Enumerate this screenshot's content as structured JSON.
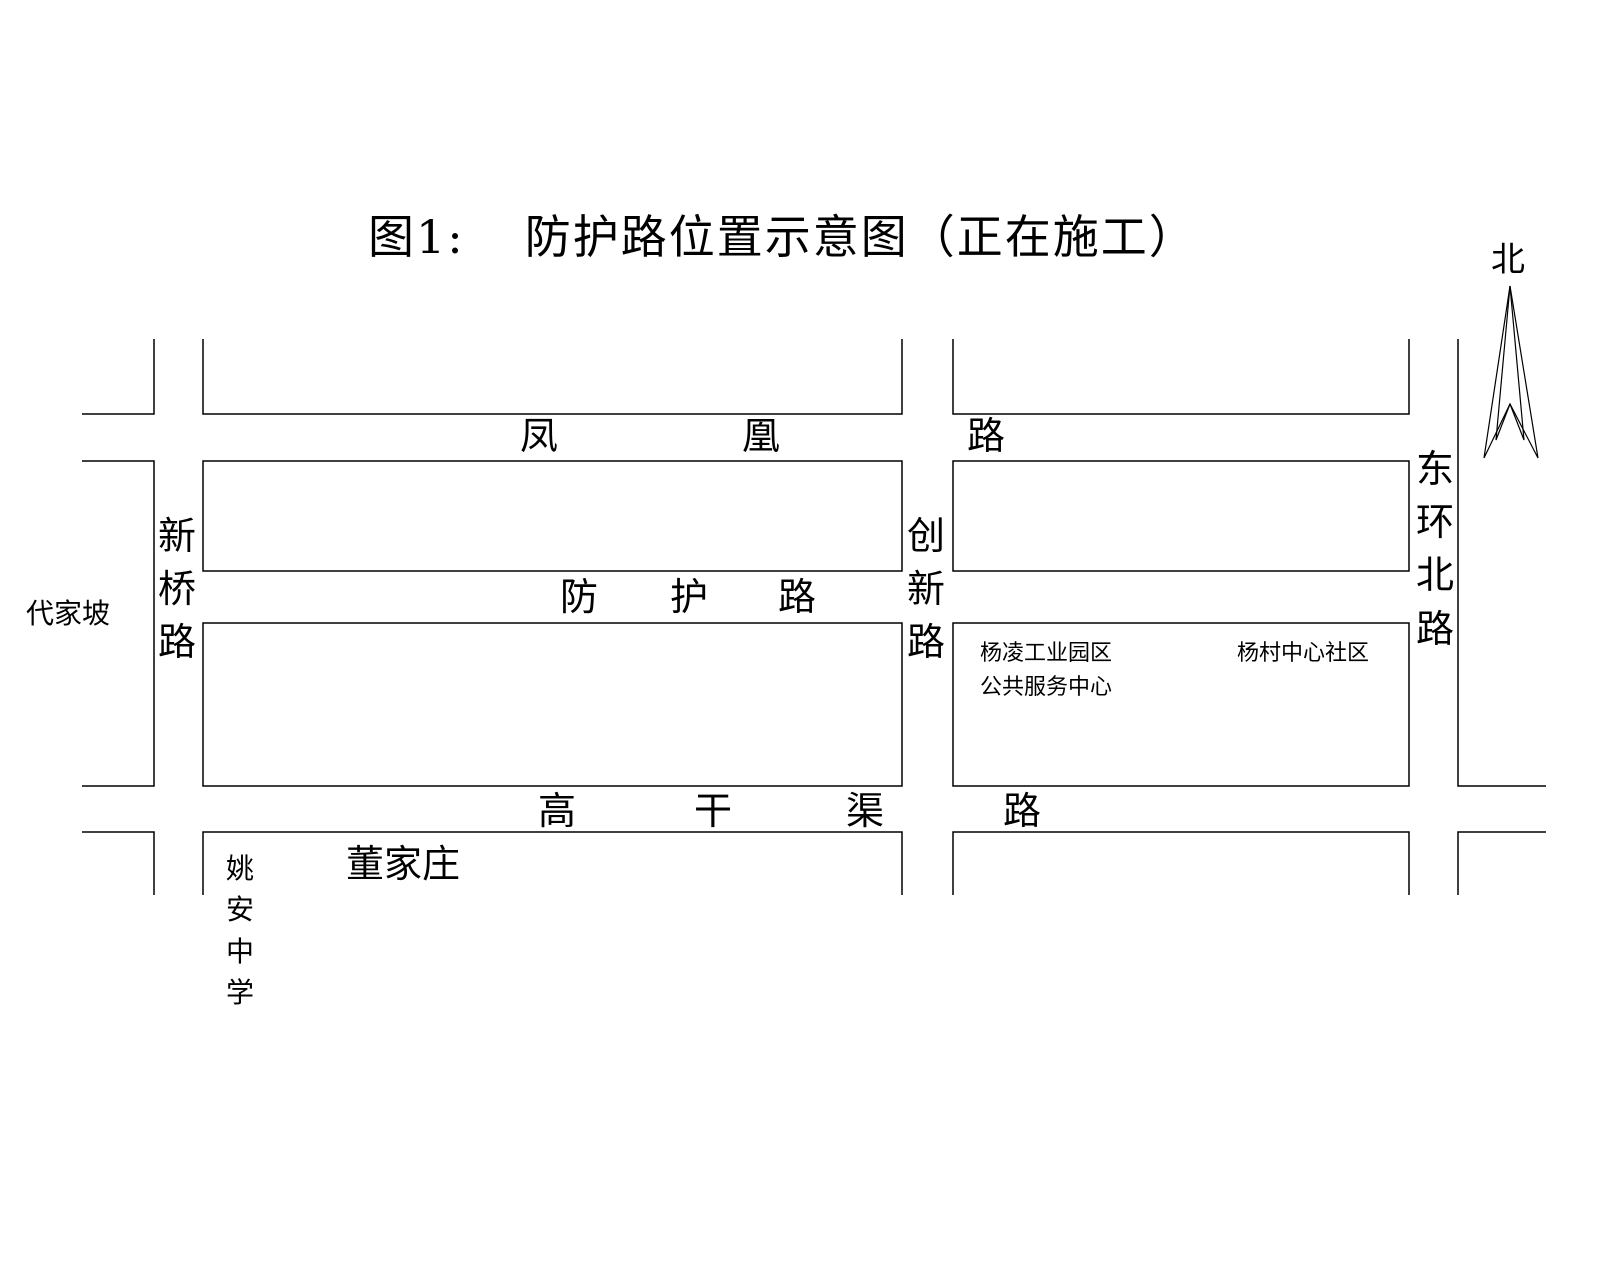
{
  "title": {
    "prefix": "图1:",
    "main": "防护路位置示意图（正在施工）"
  },
  "roads": {
    "fenghuang": [
      "凤",
      "凰",
      "路"
    ],
    "fanghu": [
      "防",
      "护",
      "路"
    ],
    "gaoganqu": [
      "高",
      "干",
      "渠",
      "路"
    ],
    "xinqiao": "新桥路",
    "chuangxin": "创新路",
    "donghuanbei": "东环北路"
  },
  "places": {
    "daijiapo": "代家坡",
    "yaoan": "姚安中学",
    "dongjiazhuang": "董家庄",
    "yangling_line1": "杨凌工业园区",
    "yangling_line2": "公共服务中心",
    "yangcun": "杨村中心社区"
  },
  "compass": {
    "label": "北"
  },
  "colors": {
    "line": "#000000",
    "background": "#ffffff"
  }
}
